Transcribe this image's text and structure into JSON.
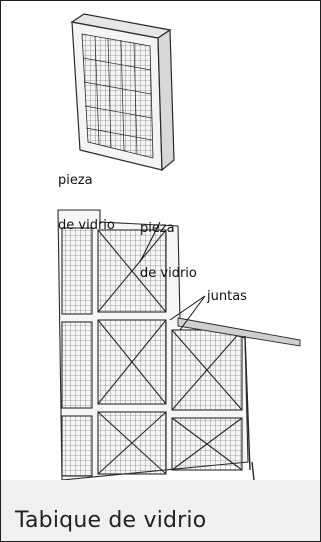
{
  "labels": {
    "piece_top_line1": "pieza",
    "piece_top_line2": "de vidrio",
    "piece_mid_line1": "pieza",
    "piece_mid_line2": "de vidrio",
    "joints": "juntas"
  },
  "caption": "Tabique de vidrio",
  "colors": {
    "ink": "#1e1e1e",
    "caption_bg": "#f0f0f0"
  }
}
